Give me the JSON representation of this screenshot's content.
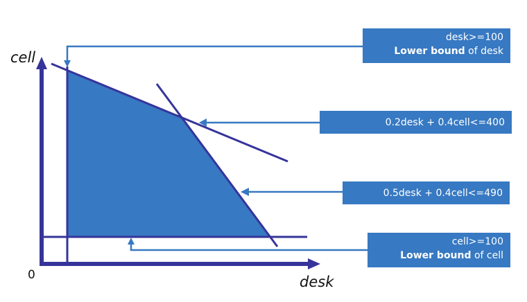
{
  "axes": {
    "x_label": "desk",
    "y_label": "cell",
    "origin_label": "0"
  },
  "colors": {
    "region": "#3779c2",
    "constraint_line": "#36349a",
    "axis": "#36349a",
    "callout_bg": "#3779c2",
    "leader_line": "#3779c2"
  },
  "callouts": {
    "desk_min": {
      "line1": "desk>=100",
      "line2_bold": "Lower bound",
      "line2_rest": " of desk"
    },
    "constraint1": {
      "text": "0.2desk + 0.4cell<=400"
    },
    "constraint2": {
      "text": "0.5desk + 0.4cell<=490"
    },
    "cell_min": {
      "line1": "cell>=100",
      "line2_bold": "Lower bound",
      "line2_rest": " of cell"
    }
  }
}
